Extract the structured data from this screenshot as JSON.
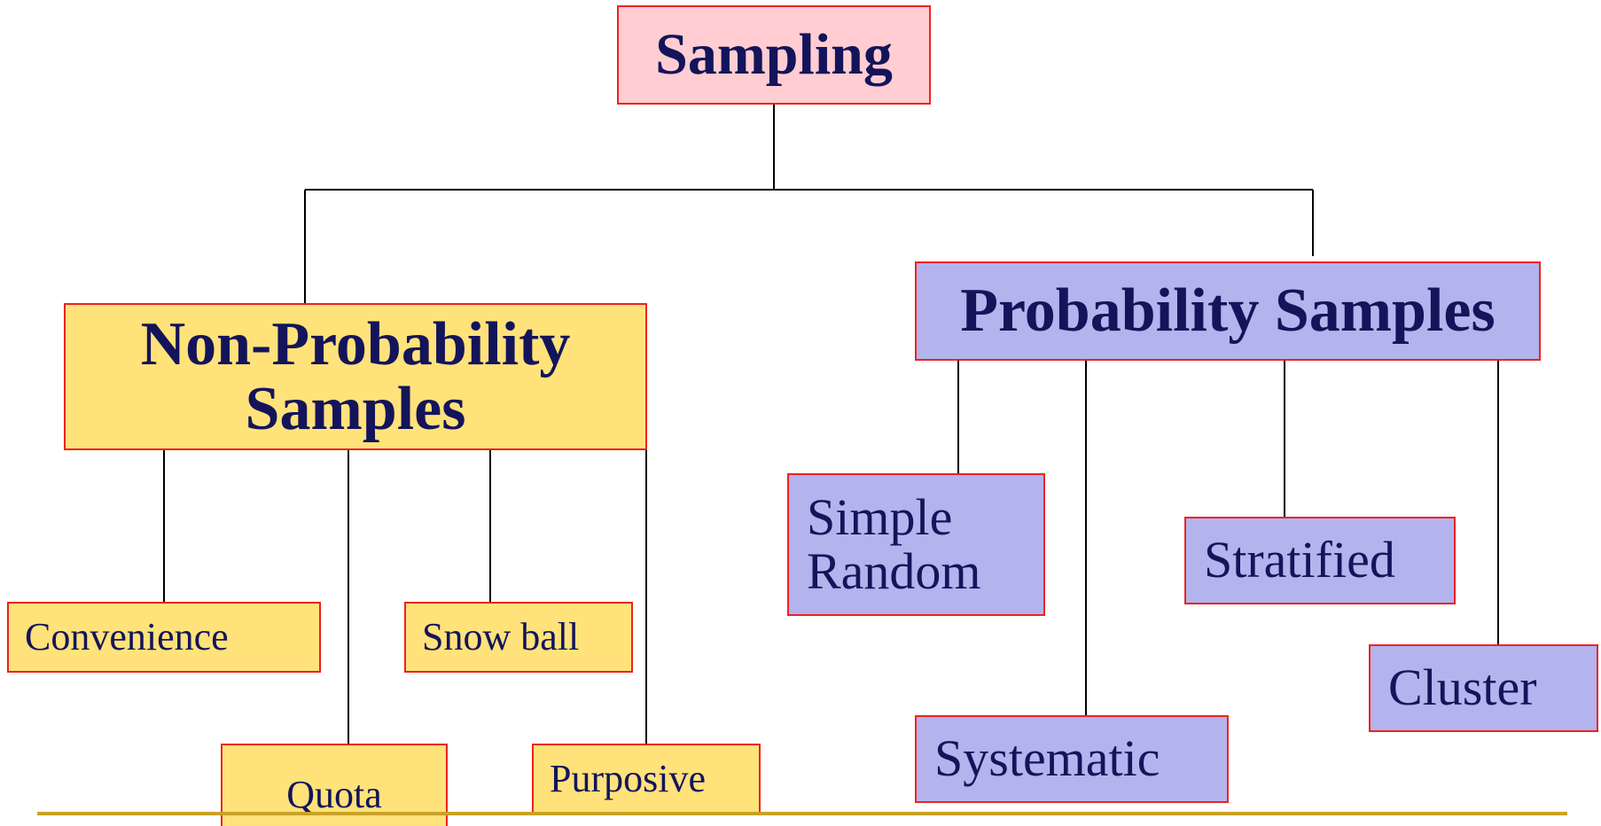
{
  "diagram": {
    "root": {
      "label": "Sampling"
    },
    "branches": {
      "non_probability": {
        "label_line1": "Non-Probability",
        "label_line2": "Samples",
        "children": {
          "convenience": "Convenience",
          "quota": "Quota",
          "snow_ball": "Snow ball",
          "purposive": "Purposive"
        }
      },
      "probability": {
        "label": "Probability Samples",
        "children": {
          "simple_random_line1": "Simple",
          "simple_random_line2": "Random",
          "systematic": "Systematic",
          "stratified": "Stratified",
          "cluster": "Cluster"
        }
      }
    }
  },
  "colors": {
    "root_fill": "#ffcdd2",
    "non_probability_fill": "#ffe27a",
    "probability_fill": "#b3b3ee",
    "box_border": "#ee2222",
    "text": "#14145a",
    "connector": "#000000",
    "footer_rule": "#c9a227"
  }
}
